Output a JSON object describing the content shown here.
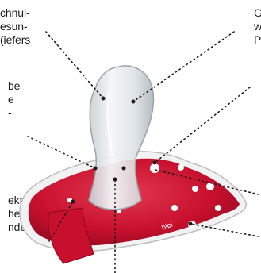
{
  "labels": {
    "top_left": "chnul-\nesun-\n(iefers",
    "top_right": "G\nw\nP",
    "middle_left": "be\ne\n-",
    "bottom_left": "ekte\nheibe\nndes"
  },
  "illustration": {
    "subject": "pacifier",
    "brand_text": "bibi",
    "colors": {
      "shield": "#c8102e",
      "shield_dark": "#8e0a1f",
      "rim": "#f2f2f2",
      "teat": "#e6e8ea",
      "dots": "#ffffff",
      "leader": "#1a1a1a"
    }
  }
}
